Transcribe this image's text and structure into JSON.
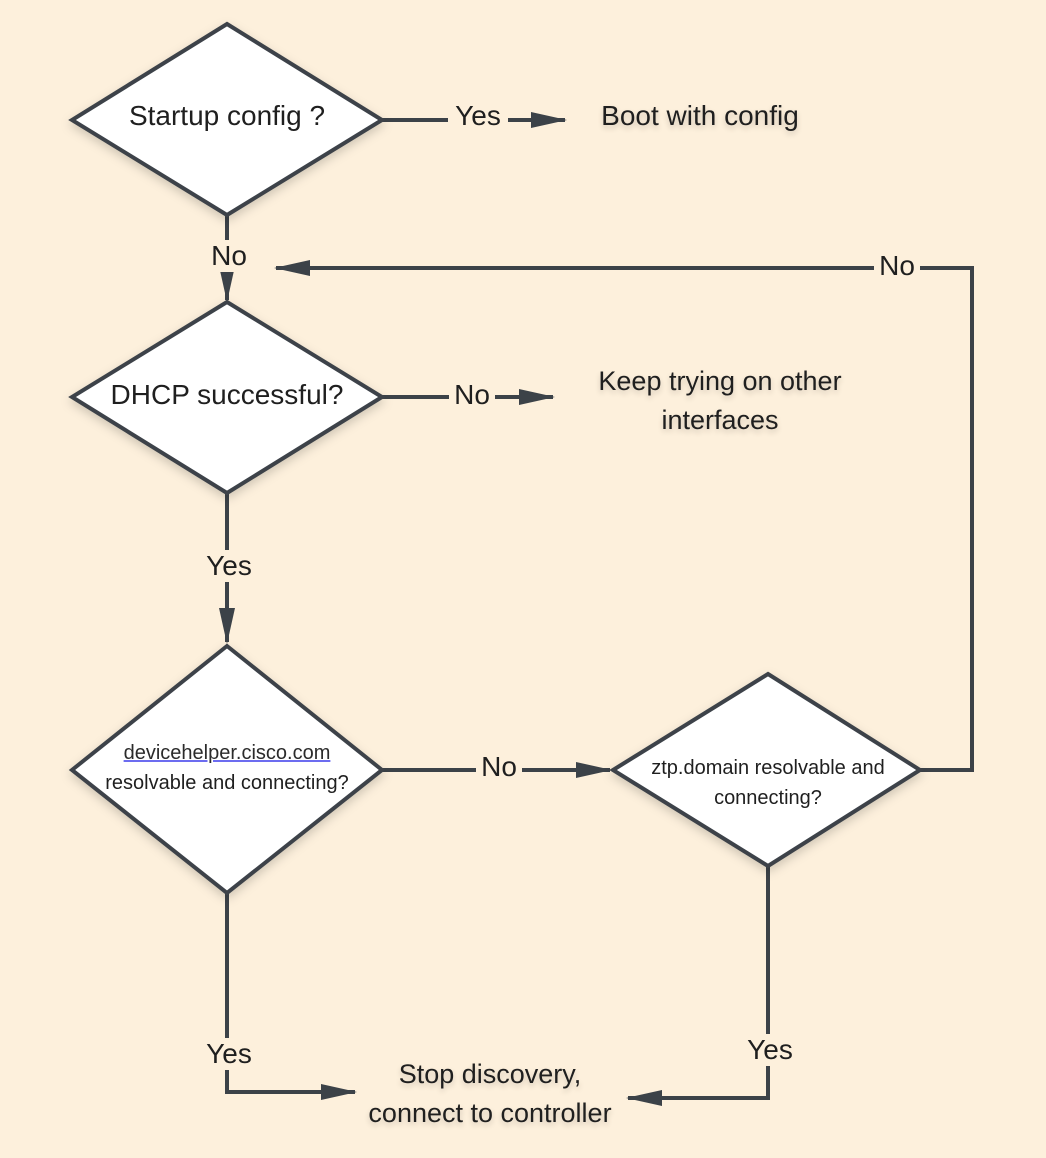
{
  "colors": {
    "background": "#fdf0dc",
    "stroke": "#3c4248",
    "node_fill": "#ffffff",
    "link_underline": "#6c6cf0"
  },
  "nodes": {
    "startup": {
      "text": "Startup config ?"
    },
    "boot": {
      "text": "Boot with config"
    },
    "dhcp": {
      "text": "DHCP successful?"
    },
    "keep_trying": {
      "line1": "Keep trying on other",
      "line2": "interfaces"
    },
    "devicehelper": {
      "line1": "devicehelper.cisco.com",
      "line2": "resolvable and connecting?"
    },
    "ztp": {
      "line1": "ztp.domain resolvable and",
      "line2": "connecting?"
    },
    "stop": {
      "line1": "Stop discovery,",
      "line2": "connect to controller"
    }
  },
  "edges": {
    "startup_yes": "Yes",
    "startup_no": "No",
    "dhcp_no": "No",
    "dhcp_yes": "Yes",
    "devicehelper_no": "No",
    "devicehelper_yes": "Yes",
    "ztp_yes": "Yes",
    "ztp_no": "No"
  }
}
